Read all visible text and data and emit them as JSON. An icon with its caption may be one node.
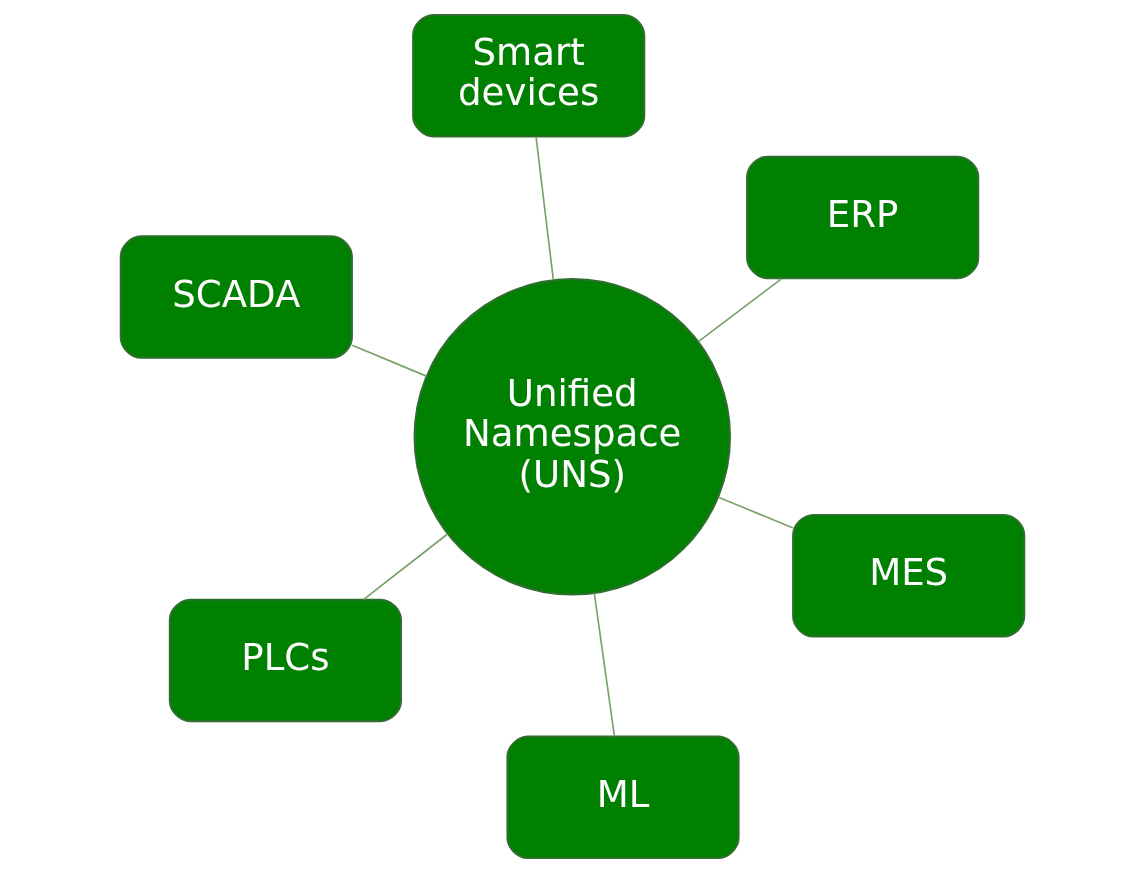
{
  "diagram": {
    "nodes": [
      {
        "text": [
          "SCADA"
        ]
      },
      {
        "text": [
          "MES"
        ]
      },
      {
        "text": [
          "ML"
        ]
      },
      {
        "text": [
          "Unified Namespace (UNS)"
        ]
      },
      {
        "text": [
          "ERP"
        ]
      },
      {
        "text": [
          "Smart devices"
        ]
      },
      {
        "text": [
          "PLCs"
        ]
      }
    ],
    "edges": [
      {
        "from": 3,
        "to": 0,
        "arrow": "none"
      },
      {
        "from": 3,
        "to": 1,
        "arrow": "none"
      },
      {
        "from": 3,
        "to": 2,
        "arrow": "none"
      },
      {
        "from": 3,
        "to": 4,
        "arrow": "none"
      },
      {
        "from": 3,
        "to": 5,
        "arrow": "none"
      },
      {
        "from": 3,
        "to": 6,
        "arrow": "none"
      }
    ]
  }
}
